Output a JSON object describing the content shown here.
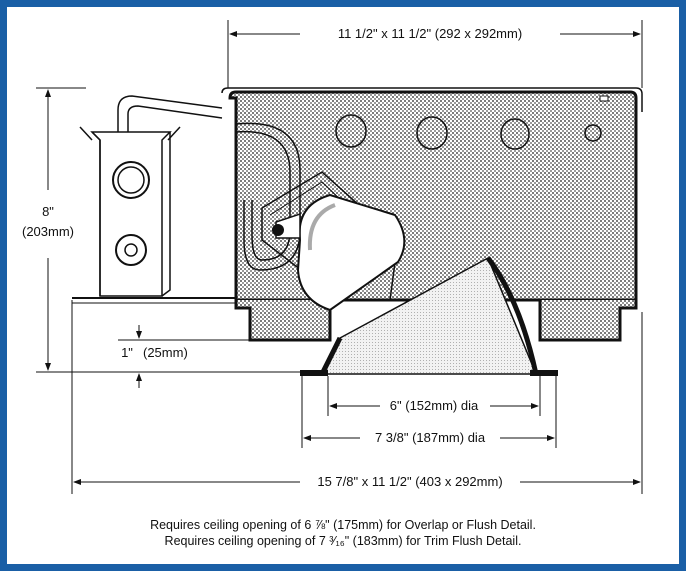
{
  "colors": {
    "border": "#1a5fa6",
    "line": "#111111",
    "hatch": "#8a8a8a"
  },
  "dimensions": {
    "top_width": "11 1/2\" x 11 1/2\" (292 x 292mm)",
    "height_in": "8\"",
    "height_mm": "(203mm)",
    "trim_in": "1\"",
    "trim_mm": "(25mm)",
    "aperture": "6\" (152mm) dia",
    "trim_dia": "7 3/8\" (187mm) dia",
    "overall": "15 7/8\" x 11 1/2\" (403 x 292mm)"
  },
  "notes": {
    "line1": "Requires ceiling opening of 6 ⅞\" (175mm) for Overlap or Flush Detail.",
    "line2": "Requires ceiling opening of 7 ³⁄₁₆\" (183mm) for Trim Flush Detail."
  }
}
